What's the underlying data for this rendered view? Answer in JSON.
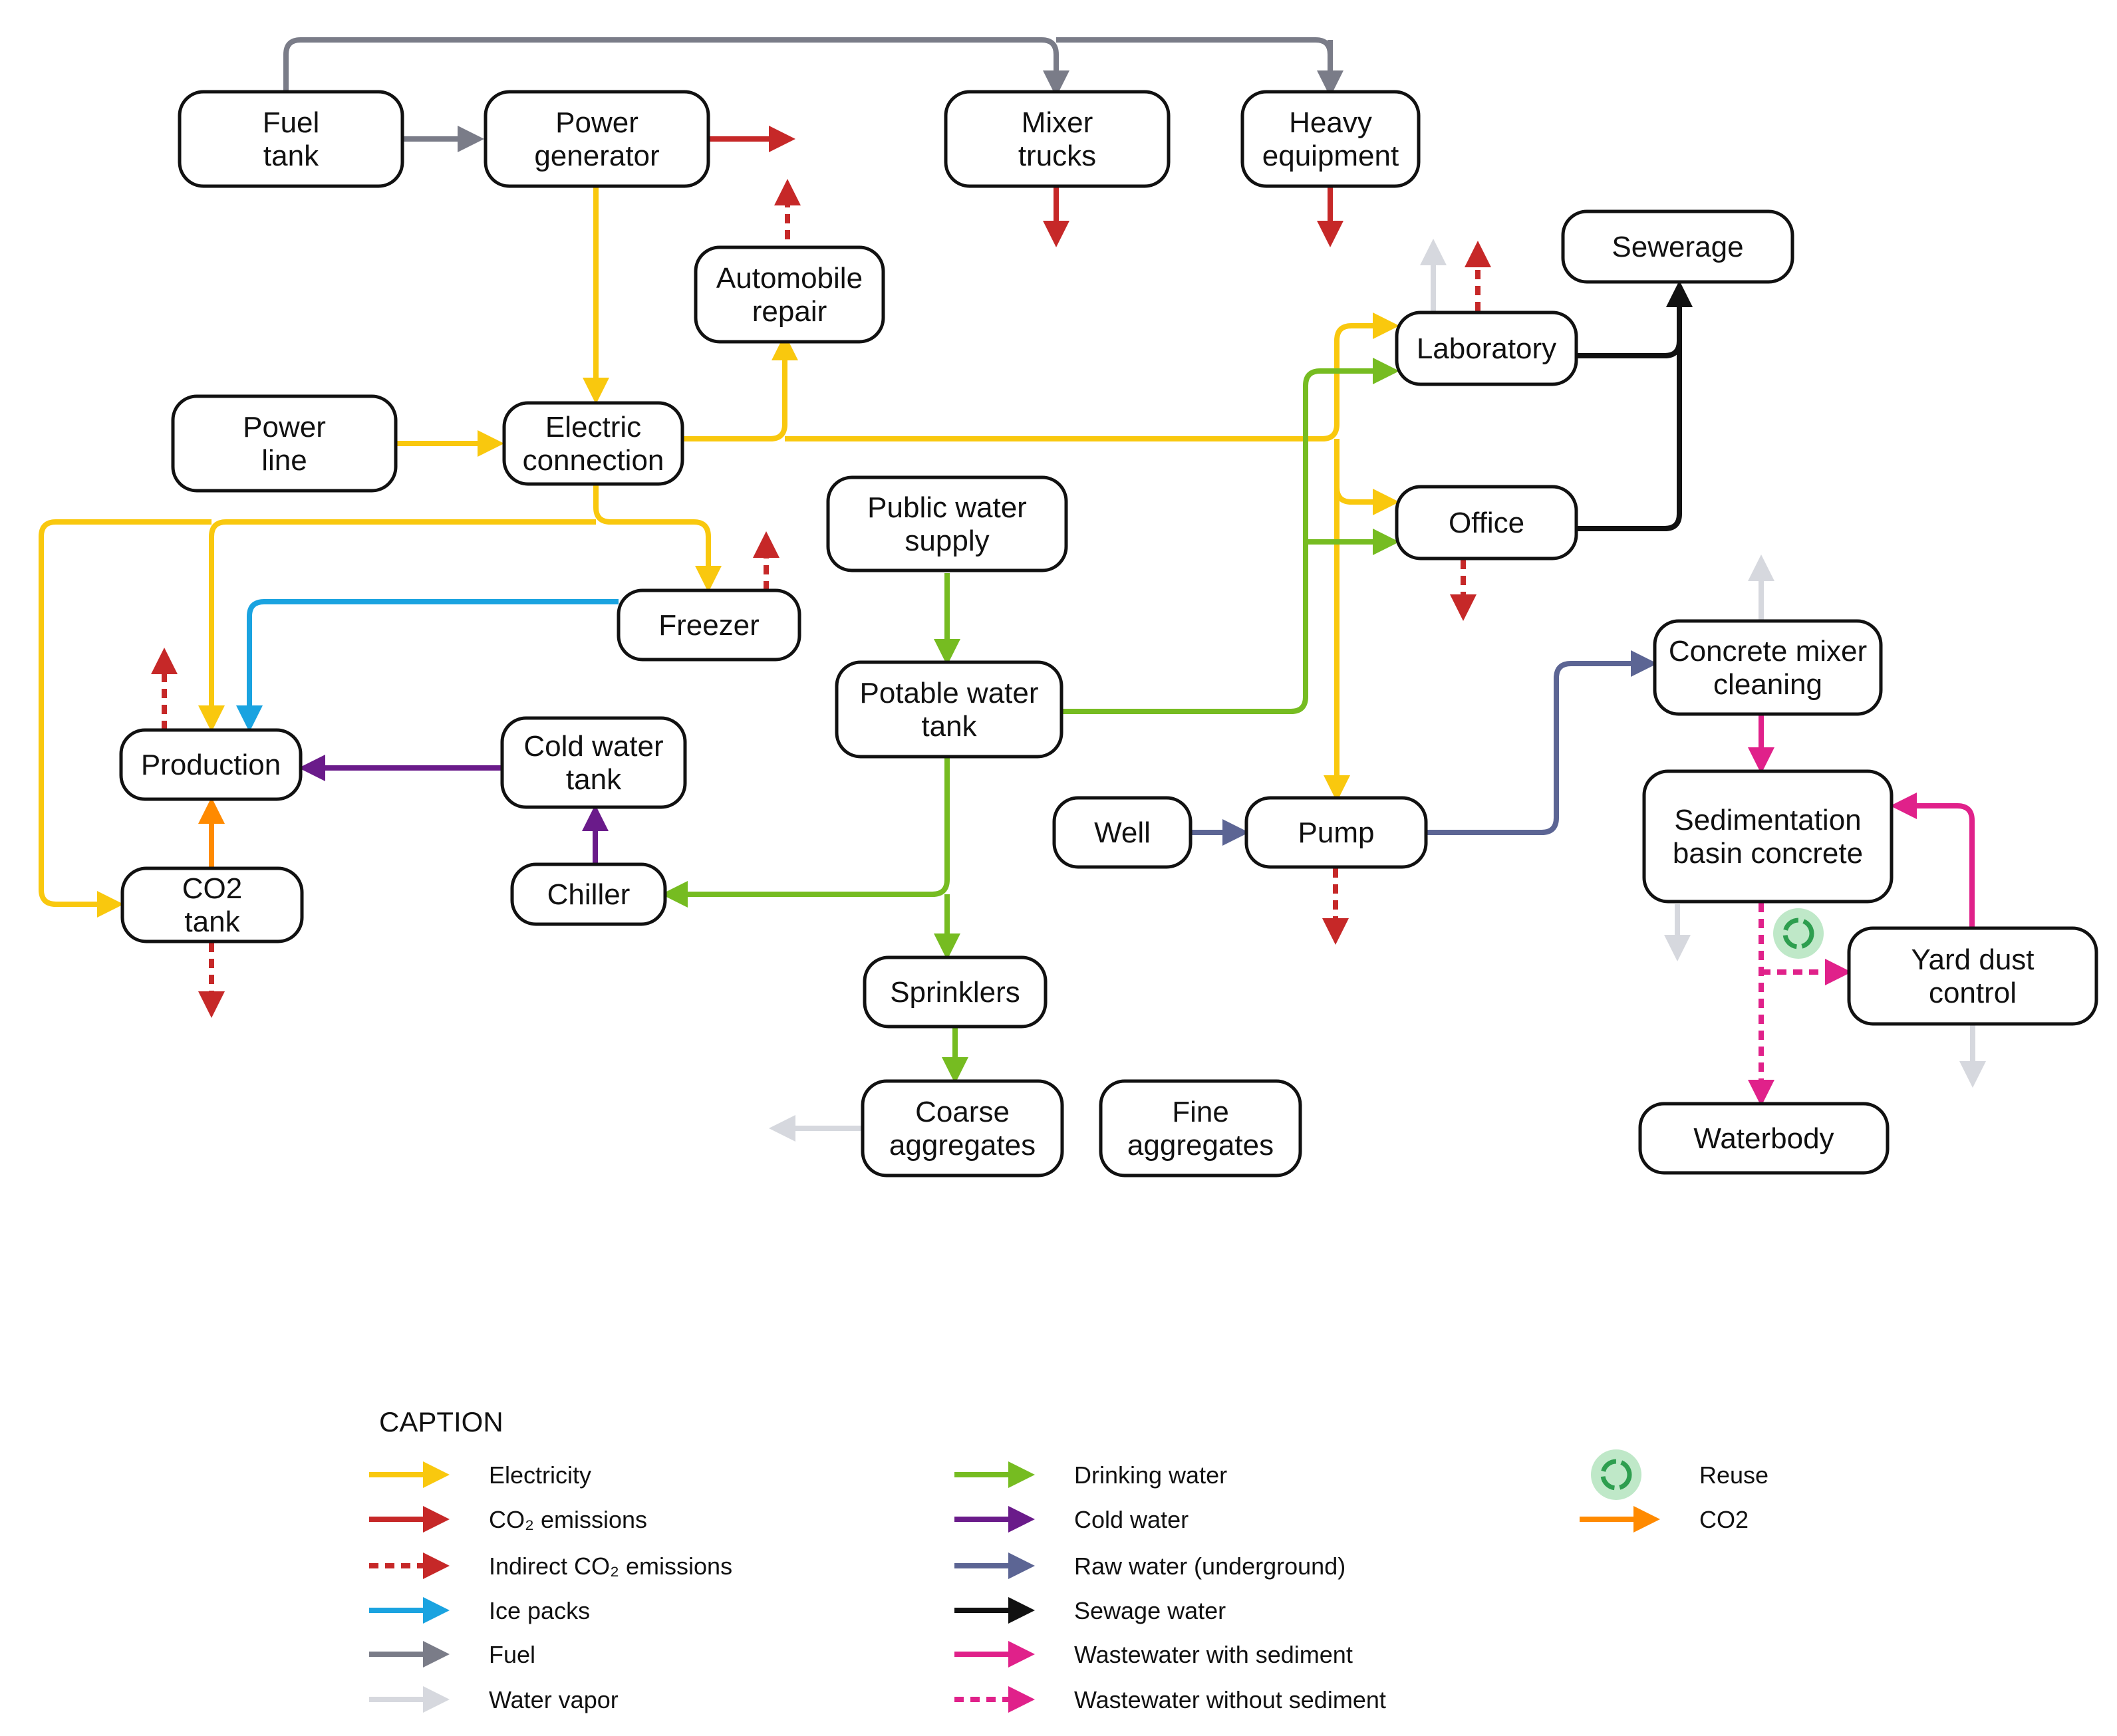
{
  "colors": {
    "electricity": "#F9C80E",
    "co2_emissions": "#C62828",
    "indirect_co2": "#C62828",
    "ice_packs": "#1AA3E0",
    "fuel": "#7A7C88",
    "water_vapor": "#D6D8DE",
    "drinking_water": "#76BC21",
    "cold_water": "#6A1B8A",
    "raw_water": "#5C6594",
    "sewage_water": "#111111",
    "wastewater_sediment": "#E0218A",
    "wastewater_no_sediment": "#E0218A",
    "co2": "#FF8A00",
    "reuse": "#2E9E4F"
  },
  "nodes": {
    "fuel_tank": [
      "Fuel",
      "tank"
    ],
    "power_generator": [
      "Power",
      "generator"
    ],
    "mixer_trucks": [
      "Mixer",
      "trucks"
    ],
    "heavy_equipment": [
      "Heavy",
      "equipment"
    ],
    "automobile_repair": [
      "Automobile",
      "repair"
    ],
    "sewerage": [
      "Sewerage"
    ],
    "laboratory": [
      "Laboratory"
    ],
    "power_line": [
      "Power",
      "line"
    ],
    "electric_connection": [
      "Electric",
      "connection"
    ],
    "public_water_supply": [
      "Public water",
      "supply"
    ],
    "office": [
      "Office"
    ],
    "freezer": [
      "Freezer"
    ],
    "concrete_mixer_cleaning": [
      "Concrete mixer",
      "cleaning"
    ],
    "production": [
      "Production"
    ],
    "potable_water_tank": [
      "Potable water",
      "tank"
    ],
    "cold_water_tank": [
      "Cold water",
      "tank"
    ],
    "well": [
      "Well"
    ],
    "pump": [
      "Pump"
    ],
    "sedimentation_basin": [
      "Sedimentation",
      "basin  concrete"
    ],
    "co2_tank": [
      "CO2",
      "tank"
    ],
    "chiller": [
      "Chiller"
    ],
    "yard_dust_control": [
      "Yard dust",
      "control"
    ],
    "sprinklers": [
      "Sprinklers"
    ],
    "coarse_aggregates": [
      "Coarse",
      "aggregates"
    ],
    "fine_aggregates": [
      "Fine",
      "aggregates"
    ],
    "waterbody": [
      "Waterbody"
    ]
  },
  "legend": {
    "title": "CAPTION",
    "items": [
      {
        "key": "electricity",
        "label": "Electricity",
        "style": "solid"
      },
      {
        "key": "co2_emissions",
        "label": "CO₂ emissions",
        "style": "solid"
      },
      {
        "key": "indirect_co2",
        "label": "Indirect CO₂ emissions",
        "style": "dashed"
      },
      {
        "key": "ice_packs",
        "label": "Ice packs",
        "style": "solid"
      },
      {
        "key": "fuel",
        "label": "Fuel",
        "style": "solid"
      },
      {
        "key": "water_vapor",
        "label": "Water vapor",
        "style": "solid"
      },
      {
        "key": "drinking_water",
        "label": "Drinking water",
        "style": "solid"
      },
      {
        "key": "cold_water",
        "label": "Cold water",
        "style": "solid"
      },
      {
        "key": "raw_water",
        "label": "Raw water (underground)",
        "style": "solid"
      },
      {
        "key": "sewage_water",
        "label": "Sewage water",
        "style": "solid"
      },
      {
        "key": "wastewater_sediment",
        "label": "Wastewater with sediment",
        "style": "solid"
      },
      {
        "key": "wastewater_no_sediment",
        "label": "Wastewater without sediment",
        "style": "dashed"
      },
      {
        "key": "reuse",
        "label": "Reuse",
        "style": "icon",
        "icon": "recycle-icon"
      },
      {
        "key": "co2",
        "label": "CO2",
        "style": "solid"
      }
    ]
  }
}
